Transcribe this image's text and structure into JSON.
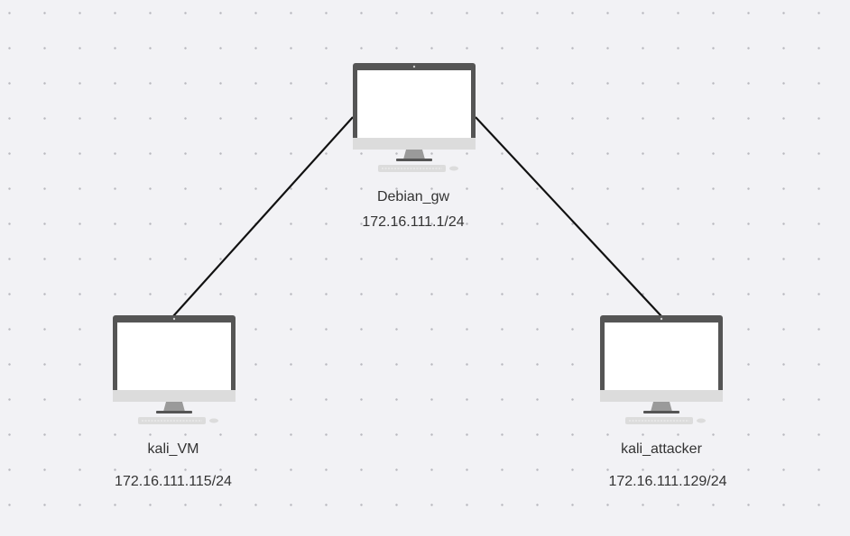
{
  "diagram": {
    "nodes": [
      {
        "id": "debian_gw",
        "name": "Debian_gw",
        "ip": "172.16.111.1/24",
        "icon": "desktop-computer-icon"
      },
      {
        "id": "kali_vm",
        "name": "kali_VM",
        "ip": "172.16.111.115/24",
        "icon": "desktop-computer-icon"
      },
      {
        "id": "kali_attacker",
        "name": "kali_attacker",
        "ip": "172.16.111.129/24",
        "icon": "desktop-computer-icon"
      }
    ],
    "links": [
      {
        "from": "debian_gw",
        "to": "kali_vm"
      },
      {
        "from": "debian_gw",
        "to": "kali_attacker"
      }
    ]
  },
  "colors": {
    "background": "#f2f2f5",
    "grid_dot": "#b9b9bf",
    "link": "#111111",
    "monitor_frame": "#555555",
    "monitor_screen": "#ffffff",
    "monitor_chin": "#d6d6d6",
    "label_text": "#333333"
  }
}
